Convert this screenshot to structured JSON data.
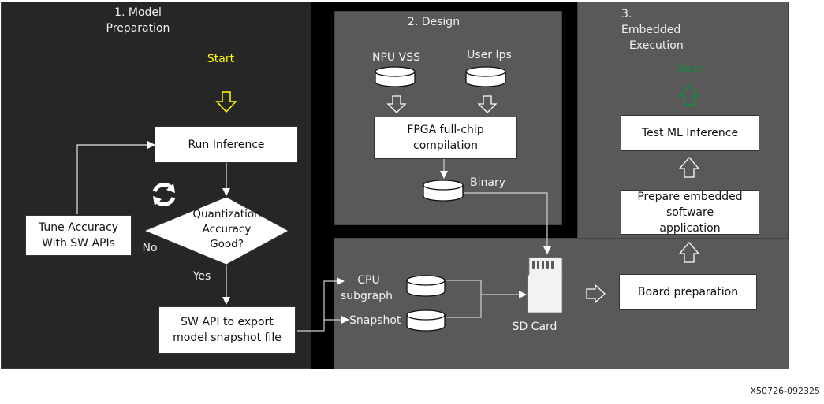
{
  "sections": {
    "model_prep": {
      "title_line1": "1. Model",
      "title_line2": "Preparation"
    },
    "design": {
      "title": "2. Design"
    },
    "embedded": {
      "title_line1": "3. Embedded",
      "title_line2": "Execution"
    }
  },
  "model_prep": {
    "start_label": "Start",
    "run_inference": "Run Inference",
    "decision_line1": "Quantization",
    "decision_line2": "Accuracy",
    "decision_line3": "Good?",
    "tune_line1": "Tune Accuracy",
    "tune_line2": "With SW APIs",
    "no_label": "No",
    "yes_label": "Yes",
    "export_line1": "SW API to export",
    "export_line2": "model snapshot file"
  },
  "design": {
    "npu_vss": "NPU VSS",
    "user_ips": "User Ips",
    "compile_line1": "FPGA full-chip",
    "compile_line2": "compilation",
    "binary": "Binary"
  },
  "bottom": {
    "cpu_line1": "CPU",
    "cpu_line2": "subgraph",
    "snapshot": "Snapshot",
    "sd_card": "SD Card"
  },
  "embedded": {
    "done_label": "Done",
    "test_inference": "Test ML Inference",
    "prepare_line1": "Prepare embedded",
    "prepare_line2": "software",
    "prepare_line3": "application",
    "board_prep": "Board preparation"
  },
  "figure_id": "X50726-092325",
  "colors": {
    "start": "#ffff00",
    "done": "#0f8f3f",
    "panel_dark": "#262626",
    "panel_gray": "#595959"
  }
}
